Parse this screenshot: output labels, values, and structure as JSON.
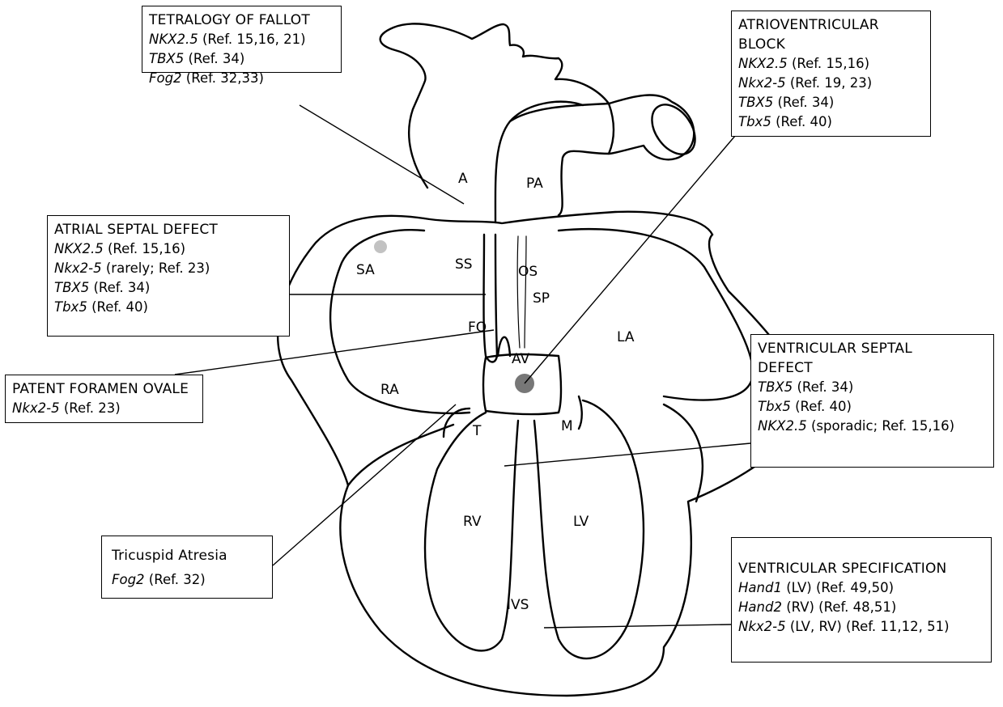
{
  "boxes": {
    "tof": {
      "title": "TETRALOGY OF FALLOT",
      "entries": [
        {
          "gene": "NKX2.5",
          "ref": " (Ref. 15,16, 21)"
        },
        {
          "gene": "TBX5",
          "ref": " (Ref. 34)"
        },
        {
          "gene": "Fog2",
          "ref": " (Ref. 32,33)"
        }
      ]
    },
    "avb": {
      "title": "ATRIOVENTRICULAR BLOCK",
      "entries": [
        {
          "gene": "NKX2.5",
          "ref": " (Ref. 15,16)"
        },
        {
          "gene": "Nkx2-5",
          "ref": " (Ref. 19, 23)"
        },
        {
          "gene": "TBX5",
          "ref": " (Ref. 34)"
        },
        {
          "gene": "Tbx5",
          "ref": " (Ref. 40)"
        }
      ]
    },
    "asd": {
      "title": "ATRIAL SEPTAL DEFECT",
      "entries": [
        {
          "gene": "NKX2.5",
          "ref": " (Ref. 15,16)"
        },
        {
          "gene": "Nkx2-5",
          "ref": " (rarely; Ref. 23)"
        },
        {
          "gene": "TBX5",
          "ref": " (Ref. 34)"
        },
        {
          "gene": "Tbx5",
          "ref": " (Ref. 40)"
        }
      ]
    },
    "pfo": {
      "title": "PATENT FORAMEN OVALE",
      "entries": [
        {
          "gene": "Nkx2-5",
          "ref": " (Ref. 23)"
        }
      ]
    },
    "vsd": {
      "title_line1": "VENTRICULAR SEPTAL",
      "title_line2": "DEFECT",
      "entries": [
        {
          "gene": "TBX5",
          "ref": " (Ref. 34)"
        },
        {
          "gene": "Tbx5",
          "ref": " (Ref. 40)"
        },
        {
          "gene": "NKX2.5",
          "ref": " (sporadic; Ref. 15,16)"
        }
      ]
    },
    "ta": {
      "title": "Tricuspid Atresia",
      "entries": [
        {
          "gene": "Fog2",
          "ref": " (Ref. 32)"
        }
      ]
    },
    "vs": {
      "title": "VENTRICULAR SPECIFICATION",
      "entries": [
        {
          "gene": "Hand1",
          "ref": " (LV) (Ref. 49,50)"
        },
        {
          "gene": "Hand2",
          "ref": " (RV) (Ref. 48,51)"
        },
        {
          "gene": "Nkx2-5",
          "ref": " (LV, RV) (Ref. 11,12, 51)"
        }
      ]
    }
  },
  "regions": {
    "A": "A",
    "PA": "PA",
    "SA": "SA",
    "SS": "SS",
    "OS": "OS",
    "SP": "SP",
    "FO": "FO",
    "AV": "AV",
    "LA": "LA",
    "RA": "RA",
    "T": "T",
    "M": "M",
    "RV": "RV",
    "LV": "LV",
    "IVS": "IVS"
  }
}
